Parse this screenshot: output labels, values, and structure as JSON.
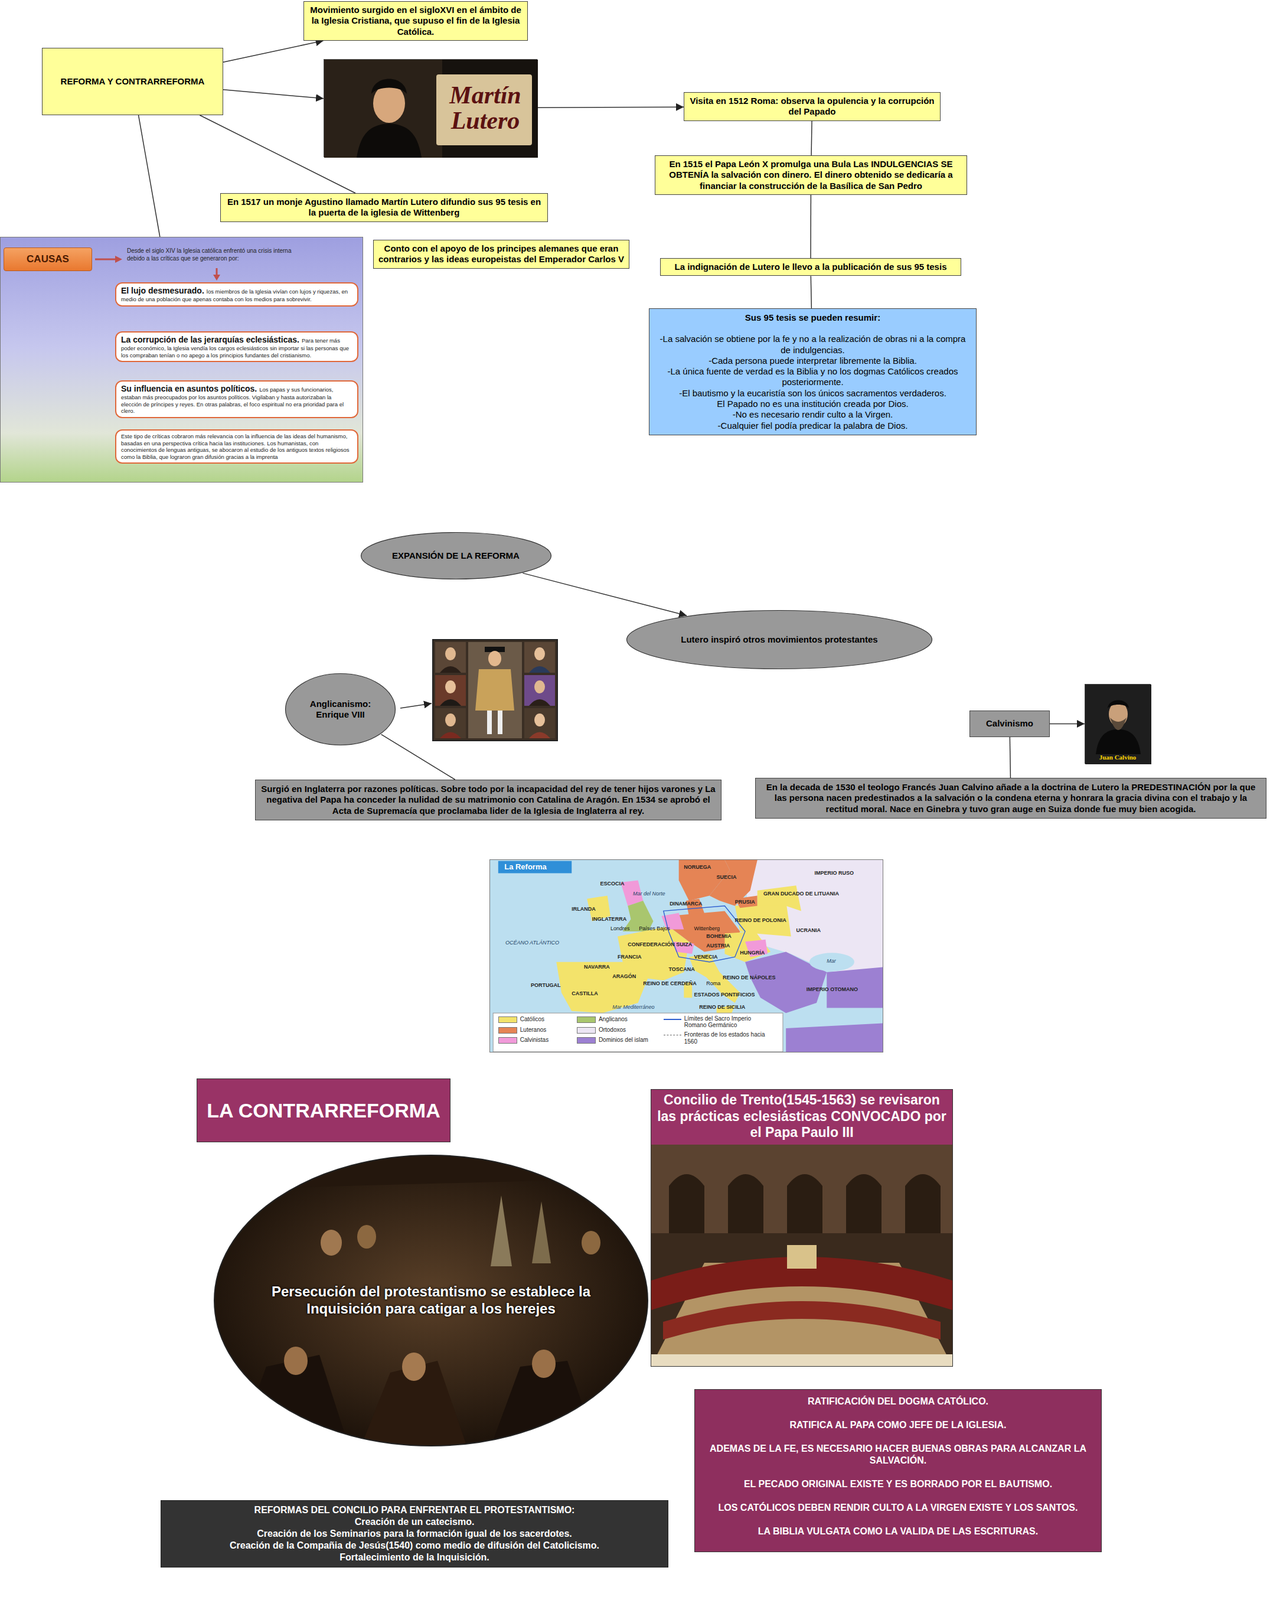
{
  "diagram": {
    "nodes": [
      {
        "text": [
          "REFORMA Y CONTRARREFORMA"
        ]
      },
      {
        "text": [
          "Movimiento surgido en el sigloXVI en el ámbito de la Iglesia Cristiana, que supuso el fin de la Iglesia Católica."
        ]
      },
      {
        "text": [
          "Martín Lutero"
        ]
      },
      {
        "text": [
          "Visita en 1512 Roma: observa la opulencia y la corrupción del Papado"
        ]
      },
      {
        "text": [
          "En 1515 el Papa León X promulga una Bula Las INDULGENCIAS SE OBTENÍA la salvación con dinero. El dinero obtenido se dedicaría a financiar la construcción de la Basílica de San Pedro"
        ]
      },
      {
        "text": [
          "En 1517 un monje Agustino llamado Martín Lutero difundio sus 95 tesis en la puerta de la iglesia de Wittenberg"
        ]
      },
      {
        "text": [
          "Conto con el apoyo de los principes alemanes que eran contrarios y las ideas europeistas del Emperador Carlos V"
        ]
      },
      {
        "text": [
          "La indignación de Lutero le llevo a la publicación de sus 95 tesis"
        ]
      },
      {
        "text": [
          "Sus 95 tesis se pueden resumir:",
          "-La salvación se obtiene por la fe y no a la realización de obras ni a la compra de indulgencias.",
          "-Cada persona puede interpretar libremente la Biblia.",
          "-La única fuente de verdad es la Biblia y no los dogmas Católicos creados posteriormente.",
          "-El bautismo y la eucaristía son los únicos sacramentos verdaderos.",
          "El Papado no es una institución creada por Dios.",
          "-No es necesario rendir culto a la Virgen.",
          "-Cualquier fiel podía predicar la palabra de Dios."
        ]
      },
      {
        "text": [
          "Desde el siglo XIV la Iglesia católica enfrentó una crisis interna debido a las críticas que se generaron por:"
        ]
      },
      {
        "text": [
          "CAUSAS"
        ],
        "in": 9
      },
      {
        "text": [
          "El lujo desmesurado.",
          "los miembros de la Iglesia vivían con lujos y riquezas, en medio de una población que apenas contaba con los medios para sobrevivir."
        ],
        "in": 9
      },
      {
        "text": [
          "La corrupción de las jerarquías eclesiásticas.",
          "Para tener más poder económico, la Iglesia vendía los cargos eclesiásticos sin importar si las personas que los compraban tenían o no apego a los principios fundantes del cristianismo."
        ],
        "in": 9
      },
      {
        "text": [
          "Su influencia en asuntos políticos.",
          "Los papas y sus funcionarios, estaban más preocupados por los asuntos políticos. Vigilaban y hasta autorizaban la elección de príncipes y reyes. En otras palabras, el foco espiritual no era prioridad para el clero."
        ],
        "in": 9
      },
      {
        "text": [
          "Este tipo de críticas cobraron más relevancia con la influencia de las ideas del humanismo, basadas en una perspectiva crítica hacia las instituciones. Los humanistas, con conocimientos de lenguas antiguas, se abocaron al estudio de los antiguos textos religiosos como la Biblia, que lograron gran difusión gracias a la imprenta"
        ],
        "in": 9
      },
      {
        "text": [
          "EXPANSIÓN DE LA REFORMA"
        ]
      },
      {
        "text": [
          "Lutero inspiró otros movimientos protestantes"
        ]
      },
      {
        "text": [
          "Anglicanismo: Enrique VIII"
        ]
      },
      {
        "text": [
          "Surgió en Inglaterra por razones políticas. Sobre todo por la incapacidad del rey de tener hijos varones y La negativa del Papa ha conceder la nulidad de su matrimonio con Catalina de Aragón. En 1534 se aprobó el Acta de Supremacía que proclamaba lider de la Iglesia de Inglaterra al rey."
        ]
      },
      {
        "text": [
          "Calvinismo"
        ]
      },
      {
        "text": [
          "Juan Calvino"
        ]
      },
      {
        "text": [
          "En la decada de 1530 el teologo Francés Juan Calvino añade a la doctrina de Lutero la PREDESTINACIÓN por la que las persona nacen predestinados a la salvación o la condena eterna y honrara la gracia divina con el trabajo y la rectitud moral. Nace en Ginebra y tuvo gran auge en Suiza donde fue muy bien acogida."
        ]
      },
      {
        "text": [
          "LA CONTRARREFORMA"
        ]
      },
      {
        "text": [
          "Persecución del protestantismo se establece la Inquisición para catigar a los herejes"
        ]
      },
      {
        "text": [
          "Concilio de Trento(1545-1563) se revisaron las prácticas eclesiásticas CONVOCADO por el Papa Paulo III"
        ]
      },
      {
        "text": [
          "RATIFICACIÓN DEL DOGMA CATÓLICO.",
          "RATIFICA AL PAPA COMO JEFE DE LA IGLESIA.",
          "ADEMAS DE LA FE, ES NECESARIO HACER BUENAS OBRAS PARA ALCANZAR LA SALVACIÓN.",
          "EL PECADO ORIGINAL EXISTE Y ES BORRADO POR EL BAUTISMO.",
          "LOS CATÓLICOS DEBEN RENDIR CULTO A LA VIRGEN EXISTE Y LOS SANTOS.",
          "LA BIBLIA VULGATA COMO LA VALIDA DE LAS ESCRITURAS."
        ]
      },
      {
        "text": [
          "REFORMAS DEL CONCILIO PARA ENFRENTAR EL PROTESTANTISMO:",
          "Creación de un catecismo.",
          "Creación de los Seminarios para la formación igual de los sacerdotes.",
          "Creación de la Compañia de Jesús(1540) como medio de difusión del Catolicismo.",
          "Fortalecimiento de la Inquisición."
        ]
      }
    ],
    "edges": [
      {
        "from": 0,
        "to": 1,
        "arrow": "to"
      },
      {
        "from": 0,
        "to": 2,
        "arrow": "to"
      },
      {
        "from": 0,
        "to": 5,
        "arrow": "none"
      },
      {
        "from": 0,
        "to": 9,
        "arrow": "none"
      },
      {
        "from": 2,
        "to": 3,
        "arrow": "to"
      },
      {
        "from": 3,
        "to": 4,
        "arrow": "none"
      },
      {
        "from": 4,
        "to": 7,
        "arrow": "none"
      },
      {
        "from": 7,
        "to": 8,
        "arrow": "none"
      },
      {
        "from": 15,
        "to": 16,
        "arrow": "to"
      },
      {
        "from": 17,
        "to": 18,
        "arrow": "none"
      },
      {
        "from": 19,
        "to": 20,
        "arrow": "to"
      },
      {
        "from": 19,
        "to": 21,
        "arrow": "none"
      }
    ],
    "labels": [
      "La Reforma",
      "NORUEGA",
      "SUECIA",
      "IMPERIO RUSO",
      "Mar del Norte",
      "ESCOCIA",
      "DINAMARCA",
      "IRLANDA",
      "PRUSIA",
      "GRAN DUCADO DE LITUANIA",
      "INGLATERRA",
      "Londres",
      "Países Bajos",
      "Wittenberg",
      "REINO DE POLONIA",
      "OCÉANO ATLÁNTICO",
      "CONFEDERACIÓN SUIZA",
      "BOHEMIA",
      "AUSTRIA",
      "UCRANIA",
      "HUNGRÍA",
      "FRANCIA",
      "VENECIA",
      "NAVARRA",
      "ARAGÓN",
      "TOSCANA",
      "PORTUGAL",
      "CASTILLA",
      "REINO DE CERDEÑA",
      "Roma",
      "REINO DE NÁPOLES",
      "ESTADOS PONTIFICIOS",
      "IMPERIO OTOMANO",
      "Mar Mediterráneo",
      "REINO DE SICILIA",
      "Mar"
    ],
    "legend": [
      {
        "text": "Católicos",
        "color": "#f3e36b"
      },
      {
        "text": "Luteranos",
        "color": "#e58455"
      },
      {
        "text": "Calvinistas",
        "color": "#f19ad9"
      },
      {
        "text": "Anglicanos",
        "color": "#a9c66e"
      },
      {
        "text": "Ortodoxos",
        "color": "#ece6f4"
      },
      {
        "text": "Dominios del islam",
        "color": "#9c80d2"
      },
      {
        "text": "Límites del Sacro Imperio Romano Germánico"
      },
      {
        "text": "Fronteras de los estados hacia 1560"
      }
    ]
  }
}
